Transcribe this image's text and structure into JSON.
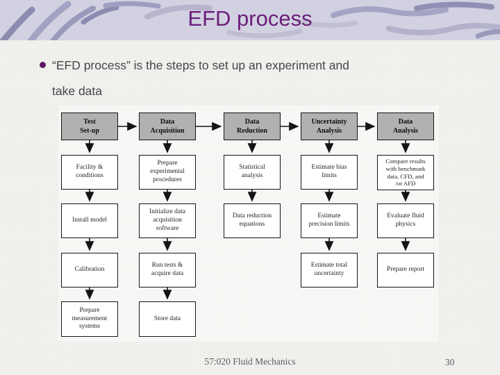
{
  "slide": {
    "title": "EFD process",
    "bullet_text": "“EFD process” is the steps to set up an experiment and\ntake data",
    "footer": "57:020 Fluid Mechanics",
    "page_number": "30"
  },
  "flowchart": {
    "columns": [
      {
        "header": "Test\nSet-up",
        "steps": [
          "Facility &\nconditions",
          "Install model",
          "Calibration",
          "Prepare\nmeasurement\nsystems"
        ]
      },
      {
        "header": "Data\nAcquisition",
        "steps": [
          "Prepare\nexperimental\nprocedures",
          "Initialize data\nacquisition\nsoftware",
          "Run tests &\nacquire data",
          "Store data"
        ]
      },
      {
        "header": "Data\nReduction",
        "steps": [
          "Statistical\nanalysis",
          "Data reduction\nequations"
        ]
      },
      {
        "header": "Uncertainty\nAnalysis",
        "steps": [
          "Estimate bias\nlimits",
          "Estimate\nprecision limits",
          "Estimate total\nuncertainty"
        ]
      },
      {
        "header": "Data\nAnalysis",
        "steps": [
          "Compare results\nwith benchmark\ndata, CFD, and\n/or AFD",
          "Evaluate fluid\nphysics",
          "Prepare report"
        ]
      }
    ]
  },
  "colors": {
    "title_text": "#6b1d79",
    "band_background": "#d2d1e2",
    "swirl_dark": "#8c8bb0",
    "swirl_light": "#b3b2ca",
    "header_box_fill": "#b2b1b0",
    "bullet_dot": "#5e1668",
    "body_background": "#f0efec"
  }
}
